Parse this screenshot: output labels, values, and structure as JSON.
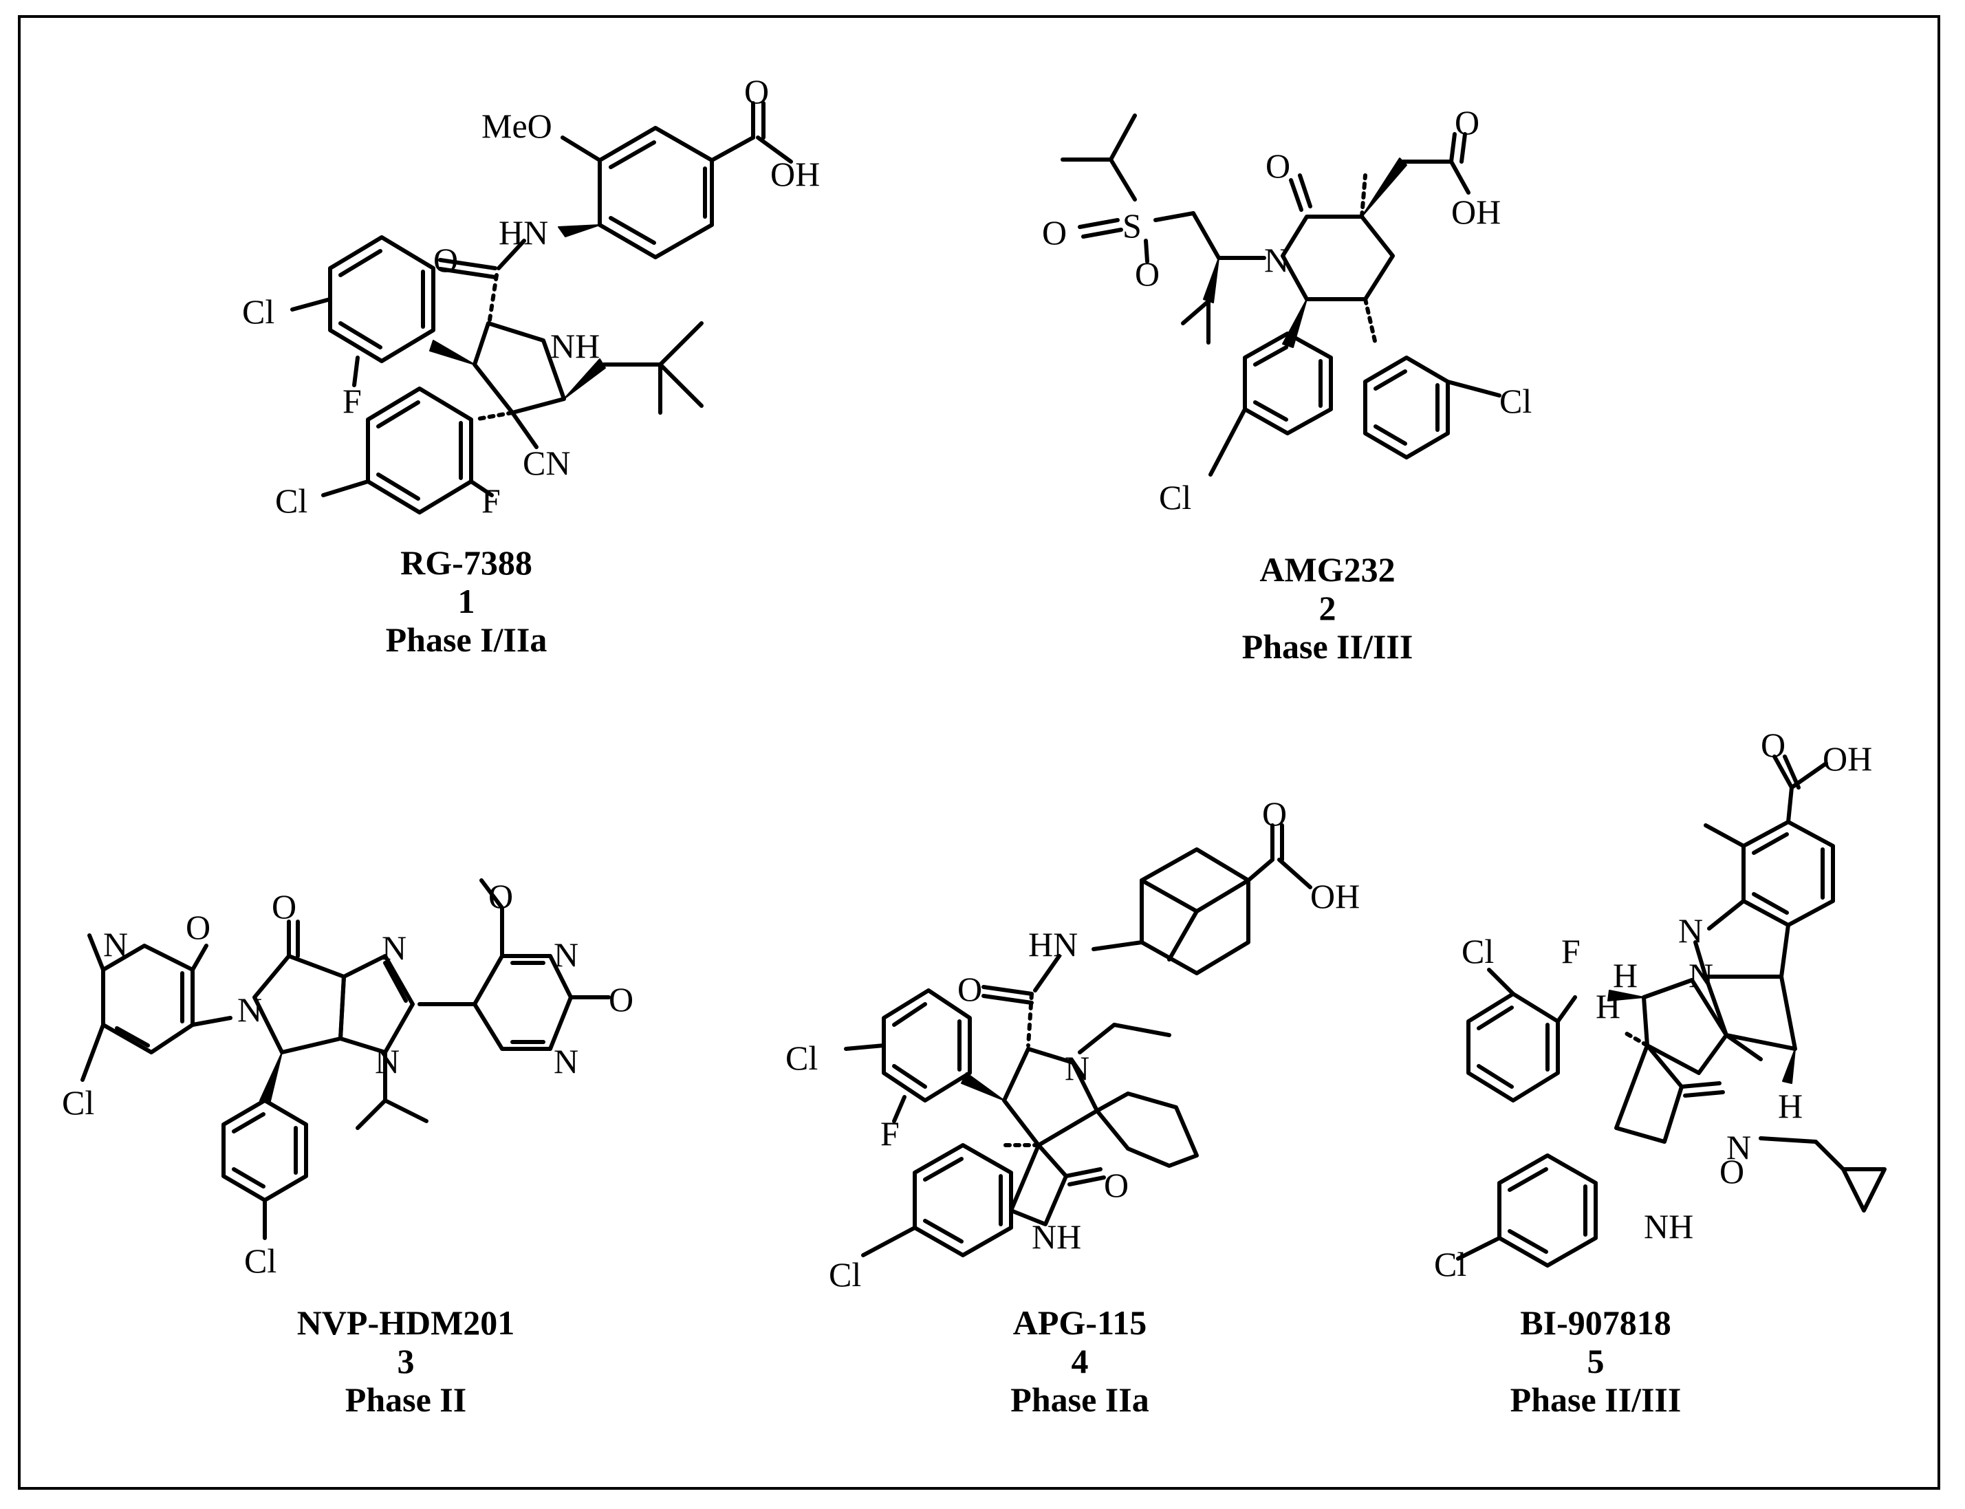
{
  "compounds": [
    {
      "name": "RG-7388",
      "number": "1",
      "phase": "Phase I/IIa"
    },
    {
      "name": "AMG232",
      "number": "2",
      "phase": "Phase II/III"
    },
    {
      "name": "NVP-HDM201",
      "number": "3",
      "phase": "Phase II"
    },
    {
      "name": "APG-115",
      "number": "4",
      "phase": "Phase IIa"
    },
    {
      "name": "BI-907818",
      "number": "5",
      "phase": "Phase II/III"
    }
  ],
  "atom_labels": {
    "c1": {
      "meo": "MeO",
      "o_acid": "O",
      "oh": "OH",
      "hn": "HN",
      "o_amide": "O",
      "cl_top": "Cl",
      "f_top": "F",
      "nh": "NH",
      "cl_bottom": "Cl",
      "f_bottom": "F",
      "cn": "CN"
    },
    "c2": {
      "o_sulfonyl_left": "O",
      "s": "S",
      "o_sulfonyl_bottom": "O",
      "o_lactam": "O",
      "o_acid": "O",
      "oh": "OH",
      "n": "N",
      "cl_left": "Cl",
      "cl_right": "Cl"
    },
    "c3": {
      "n_pyridone": "N",
      "o_pyridone": "O",
      "o_lactam": "O",
      "n_lactam": "N",
      "n_imidazole_top": "N",
      "n_imidazole_bottom": "N",
      "o_methoxy_top": "O",
      "n_pyrimidine_top": "N",
      "n_pyrimidine_bottom": "N",
      "o_methoxy_right": "O",
      "cl_pyridone": "Cl",
      "cl_phenyl": "Cl"
    },
    "c4": {
      "o_acid": "O",
      "oh": "OH",
      "hn": "HN",
      "o_amide": "O",
      "n": "N",
      "cl_phenyl": "Cl",
      "f": "F",
      "o_oxindole": "O",
      "nh": "NH",
      "cl_oxindole": "Cl"
    },
    "c5": {
      "o_acid": "O",
      "oh": "OH",
      "n_top": "N",
      "n_mid": "N",
      "cl_phenyl": "Cl",
      "f": "F",
      "h_left": "H",
      "h_mid": "H",
      "h_right": "H",
      "n_ring": "N",
      "o_oxindole": "O",
      "nh": "NH",
      "cl_oxindole": "Cl"
    }
  }
}
